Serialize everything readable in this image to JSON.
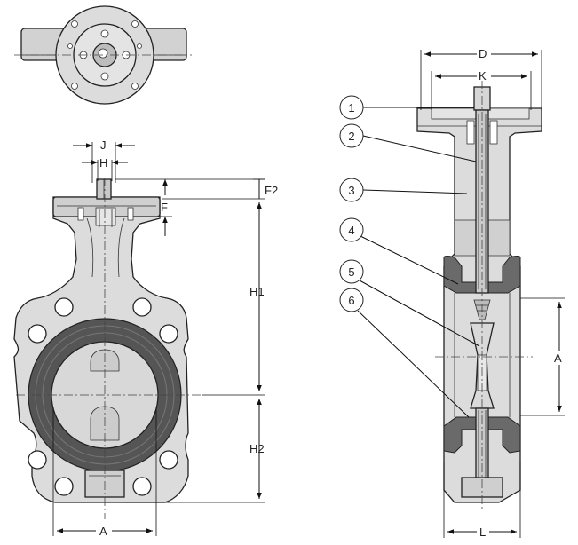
{
  "dimensions": {
    "j": "J",
    "h": "H",
    "f2": "F2",
    "f": "F",
    "h1": "H1",
    "h2": "H2",
    "a_front": "A",
    "d": "D",
    "k": "K",
    "a_side": "A",
    "l": "L"
  },
  "callouts": [
    "1",
    "2",
    "3",
    "4",
    "5",
    "6"
  ],
  "colors": {
    "body_fill": "#dcdcdc",
    "liner_fill": "#555555",
    "line": "#222222"
  }
}
